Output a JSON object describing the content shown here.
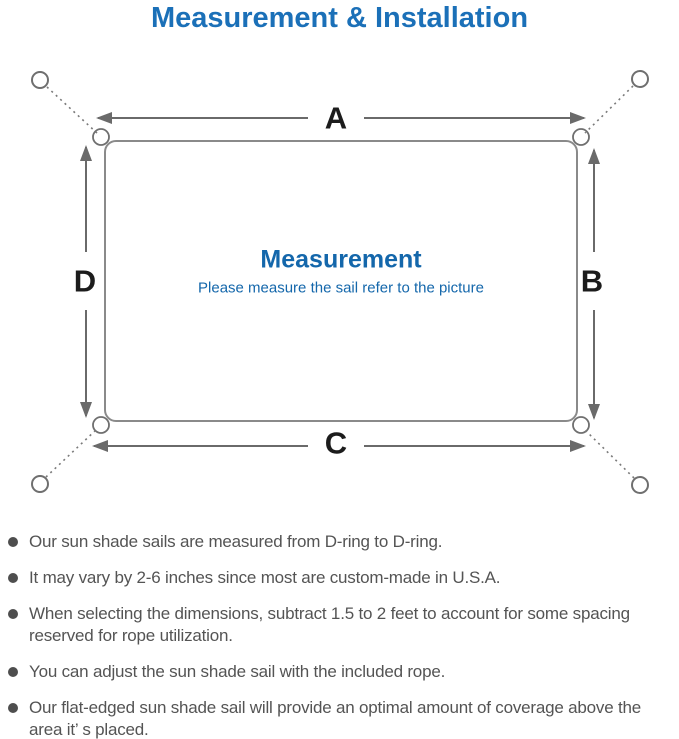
{
  "page": {
    "title": "Measurement & Installation"
  },
  "colors": {
    "title_blue": "#1b70b8",
    "center_blue": "#1467ab",
    "diagram_gray": "#6f6f6f",
    "outline_gray": "#8a8a8a",
    "note_text_gray": "#545454"
  },
  "diagram": {
    "sides": {
      "top": "A",
      "right": "B",
      "bottom": "C",
      "left": "D"
    },
    "center_title": "Measurement",
    "center_subtitle": "Please measure the sail refer to the picture"
  },
  "notes": [
    "Our sun shade sails are measured from D-ring to D-ring.",
    "It may vary by 2-6 inches since most are custom-made in U.S.A.",
    "When selecting the dimensions, subtract 1.5 to 2 feet to account for some spacing reserved for rope utilization.",
    "You can adjust the sun shade sail with the included rope.",
    "Our flat-edged sun shade sail will provide an optimal amount of coverage above the area it’ s placed."
  ]
}
